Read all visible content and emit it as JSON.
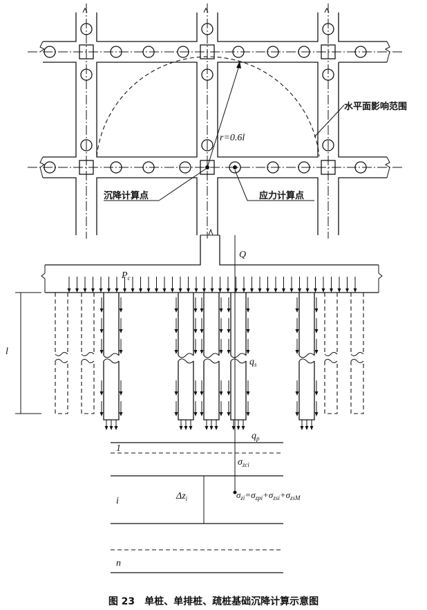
{
  "plan": {
    "radius_label": "r=0.6l",
    "influence_label": "水平面影响范围",
    "settlement_point_label": "沉降计算点",
    "stress_point_label": "应力计算点"
  },
  "section": {
    "load_label": "Q",
    "cap_pressure": {
      "main": "P",
      "sub": "c"
    },
    "side_friction": {
      "main": "q",
      "sub": "s"
    },
    "pile_length": "l",
    "tip_resistance": {
      "main": "q",
      "sub": "p"
    }
  },
  "layers": {
    "first": "1",
    "middle": "i",
    "last": "n",
    "thickness": {
      "main": "Δz",
      "sub": "i"
    },
    "sigma_zci": {
      "main": "σ",
      "sub": "zci"
    },
    "formula": {
      "lhs": "σ",
      "lhs_sub": "zi",
      "eq": "=σ",
      "t1_sub": "zpi",
      "plus1": "+σ",
      "t2_sub": "zsi",
      "plus2": "+σ",
      "t3_sub": "zsM"
    }
  },
  "caption": "图 23　单桩、单排桩、疏桩基础沉降计算示意图"
}
